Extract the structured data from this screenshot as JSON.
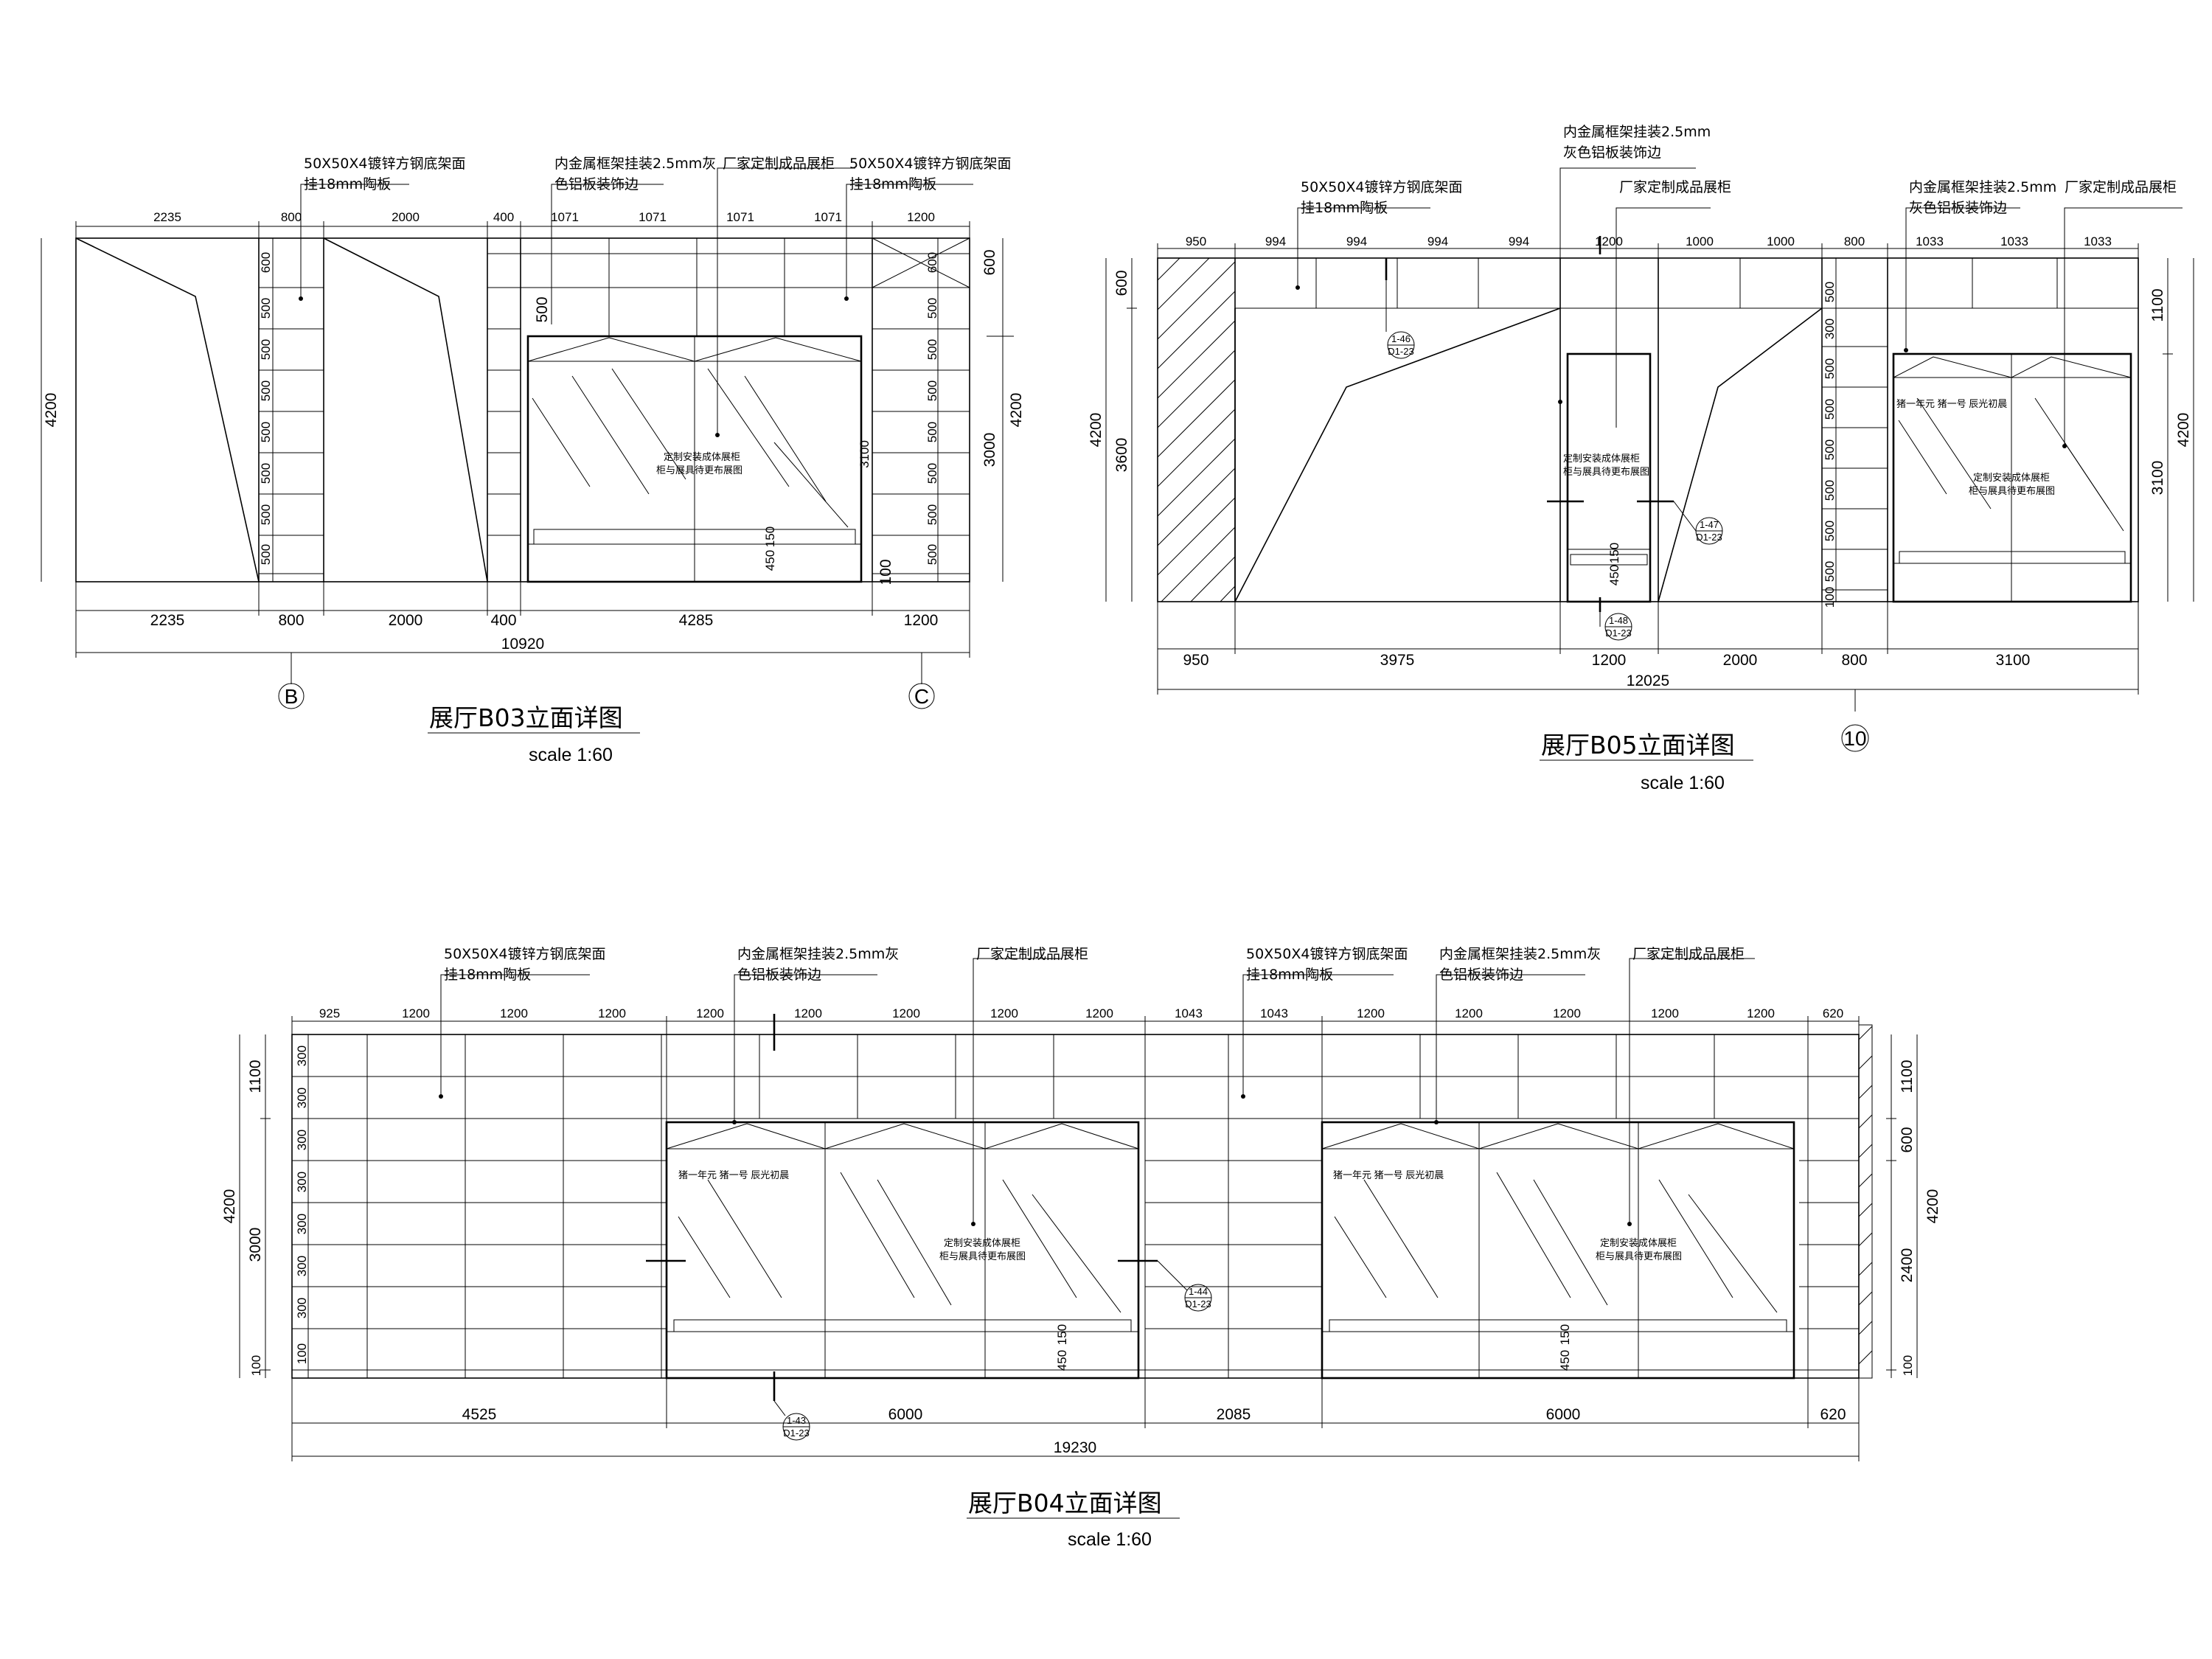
{
  "notes": {
    "steel_frame": "50X50X4镀锌方钢底架面",
    "ceramic": "挂18mm陶板",
    "metal_frame": "内金属框架挂装2.5mm灰",
    "metal_frame_b05": "内金属框架挂装2.5mm",
    "gray_alu": "色铝板装饰边",
    "gray_alu_b05": "灰色铝板装饰边",
    "vendor_case": "厂家定制成品展柜",
    "custom_cabinet_1": "定制安装成体展柜",
    "custom_cabinet_2": "柜与展具待更布展图",
    "exhibit_caption": "猪一年元 猪一号 辰光初晨"
  },
  "b03": {
    "title": "展厅B03立面详图",
    "scale": "scale  1:60",
    "top_dims": [
      "2235",
      "800",
      "2000",
      "400",
      "1071",
      "1071",
      "1071",
      "1071",
      "1200"
    ],
    "bottom_dims": [
      "2235",
      "800",
      "2000",
      "400",
      "4285",
      "1200"
    ],
    "total": "10920",
    "left_height": "4200",
    "right_dims": [
      "600",
      "3000"
    ],
    "right_height": "4200",
    "panel_dims": [
      "600",
      "500",
      "500",
      "500",
      "500",
      "500",
      "500",
      "500",
      "500"
    ],
    "inner_500": "500",
    "inner_3100": "3100",
    "inner_450": "450",
    "inner_150": "150",
    "inner_100": "100",
    "grid_left": "B",
    "grid_right": "C"
  },
  "b05": {
    "title": "展厅B05立面详图",
    "scale": "scale  1:60",
    "top_dims": [
      "950",
      "994",
      "994",
      "994",
      "994",
      "1200",
      "1000",
      "1000",
      "800",
      "1033",
      "1033",
      "1033"
    ],
    "bottom_dims": [
      "950",
      "3975",
      "1200",
      "2000",
      "800",
      "3100"
    ],
    "total": "12025",
    "left_dims": [
      "600",
      "3600"
    ],
    "left_height": "4200",
    "right_dims": [
      "1100",
      "3100"
    ],
    "right_height": "4200",
    "panel_dims": [
      "500",
      "300",
      "500",
      "500",
      "500",
      "500",
      "500",
      "500",
      "100"
    ],
    "grid": "10",
    "tags": [
      {
        "top": "1-46",
        "bot": "D1-23"
      },
      {
        "top": "1-47",
        "bot": "D1-23"
      },
      {
        "top": "1-48",
        "bot": "D1-23"
      }
    ],
    "inner_450": "450",
    "inner_150": "150"
  },
  "b04": {
    "title": "展厅B04立面详图",
    "scale": "scale  1:60",
    "top_dims": [
      "925",
      "1200",
      "1200",
      "1200",
      "1200",
      "1200",
      "1200",
      "1200",
      "1200",
      "1043",
      "1043",
      "1200",
      "1200",
      "1200",
      "1200",
      "1200",
      "620"
    ],
    "bottom_dims": [
      "4525",
      "6000",
      "2085",
      "6000",
      "620"
    ],
    "total": "19230",
    "left_dims": [
      "1100",
      "3000",
      "100"
    ],
    "left_height": "4200",
    "right_dims": [
      "1100",
      "600",
      "2400",
      "100"
    ],
    "right_height": "4200",
    "panel_dims": [
      "300",
      "300",
      "300",
      "300",
      "300",
      "300",
      "300",
      "100"
    ],
    "tags": [
      {
        "top": "1-43",
        "bot": "D1-23"
      },
      {
        "top": "1-44",
        "bot": "D1-23"
      }
    ],
    "inner_450": "450",
    "inner_150": "150"
  }
}
